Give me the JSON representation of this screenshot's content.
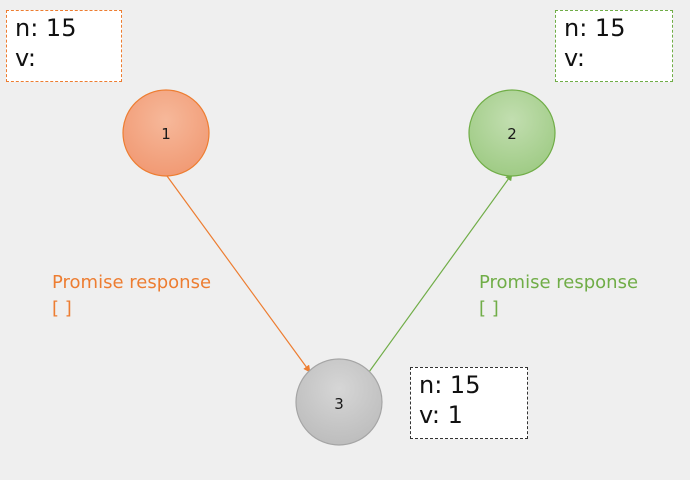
{
  "colors": {
    "orange": "#ed7d31",
    "green": "#70ad47",
    "gray": "#7f7f7f"
  },
  "nodes": {
    "n1": {
      "label": "1"
    },
    "n2": {
      "label": "2"
    },
    "n3": {
      "label": "3"
    }
  },
  "state_boxes": {
    "n1": {
      "n": "n: 15",
      "v": "v:"
    },
    "n2": {
      "n": "n: 15",
      "v": "v:"
    },
    "n3": {
      "n": "n: 15",
      "v": "v: 1"
    }
  },
  "messages": {
    "m1": {
      "title": "Promise response",
      "payload": "[ ]"
    },
    "m2": {
      "title": "Promise response",
      "payload": "[ ]"
    }
  }
}
